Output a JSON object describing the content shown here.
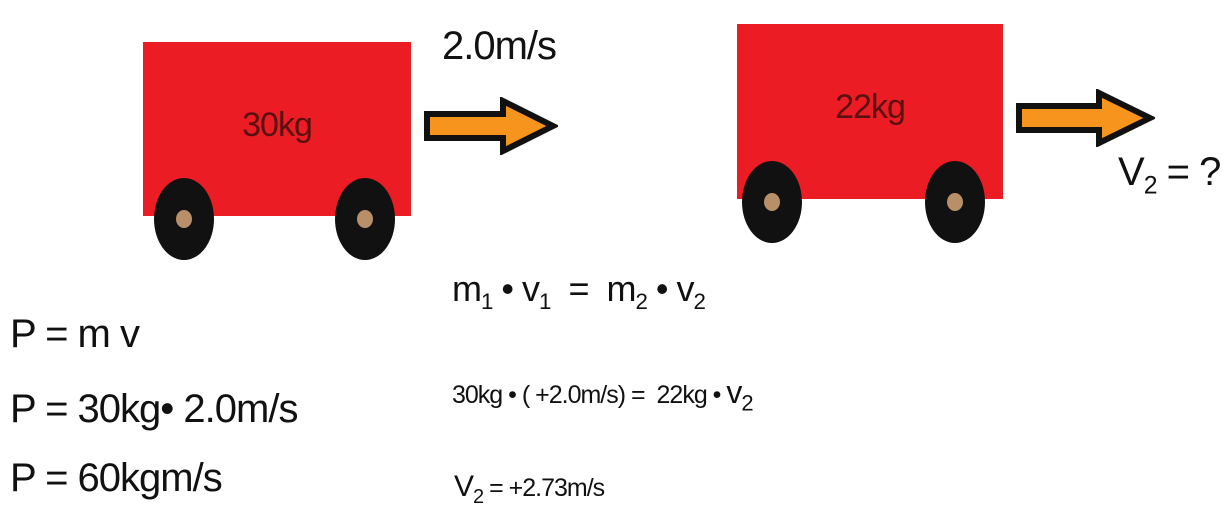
{
  "colors": {
    "cart": "#ec1c24",
    "wheel": "#111111",
    "hub": "#b98f6a",
    "arrow_fill": "#f7941d",
    "arrow_stroke": "#111111"
  },
  "cart1": {
    "mass": "30kg"
  },
  "cart2": {
    "mass": "22kg"
  },
  "arrow1": {
    "label": "2.0m/s"
  },
  "arrow2": {
    "label_main": "V",
    "label_sub": "2",
    "label_rest": " = ?"
  },
  "momentum": {
    "line1": "P = m v",
    "line2": "P = 30kg• 2.0m/s",
    "line3": "P = 60kgm/s"
  },
  "conservation": {
    "m1": "m",
    "s1": "1",
    "dot1": " • ",
    "v1": "v",
    "s2": "1",
    "eq": "  =  ",
    "m2": "m",
    "s3": "2",
    "dot2": " • ",
    "v2": "v",
    "s4": "2"
  },
  "substitution": {
    "text": "30kg • ( +2.0m/s) =  22kg • ",
    "v": "v",
    "sub": "2"
  },
  "result": {
    "v": "V",
    "sub": "2",
    "text": " = +2.73m/s"
  }
}
